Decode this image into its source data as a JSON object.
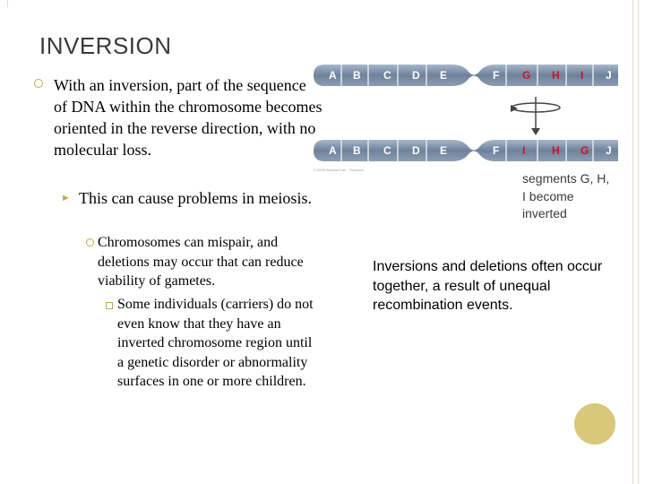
{
  "slide": {
    "title": "INVERSION",
    "bullets": {
      "level1": "With an inversion, part of the sequence of DNA within the chromosome becomes oriented in the reverse direction, with no molecular loss.",
      "level2": "This can cause problems in meiosis.",
      "level3": "Chromosomes can mispair, and deletions may occur that can reduce viability of gametes.",
      "level4": "Some individuals (carriers) do not even know that they have an inverted chromosome region until a genetic disorder or abnormality surfaces in one or more children."
    },
    "caption": "segments G, H, I become inverted",
    "note": "Inversions and deletions often occur together, a result of unequal recombination events."
  },
  "figure": {
    "top_segments": [
      "A",
      "B",
      "C",
      "D",
      "E",
      "F",
      "G",
      "H",
      "I",
      "J"
    ],
    "bottom_segments": [
      "A",
      "B",
      "C",
      "D",
      "E",
      "F",
      "I",
      "H",
      "G",
      "J"
    ],
    "credit": "© 2006 Brooks/Cole - Thomson",
    "colors": {
      "chromosome": "#7d8fa6",
      "normal_label": "#ffffff",
      "inverted_label": "#c0182a",
      "accent": "#c8a84b"
    }
  }
}
